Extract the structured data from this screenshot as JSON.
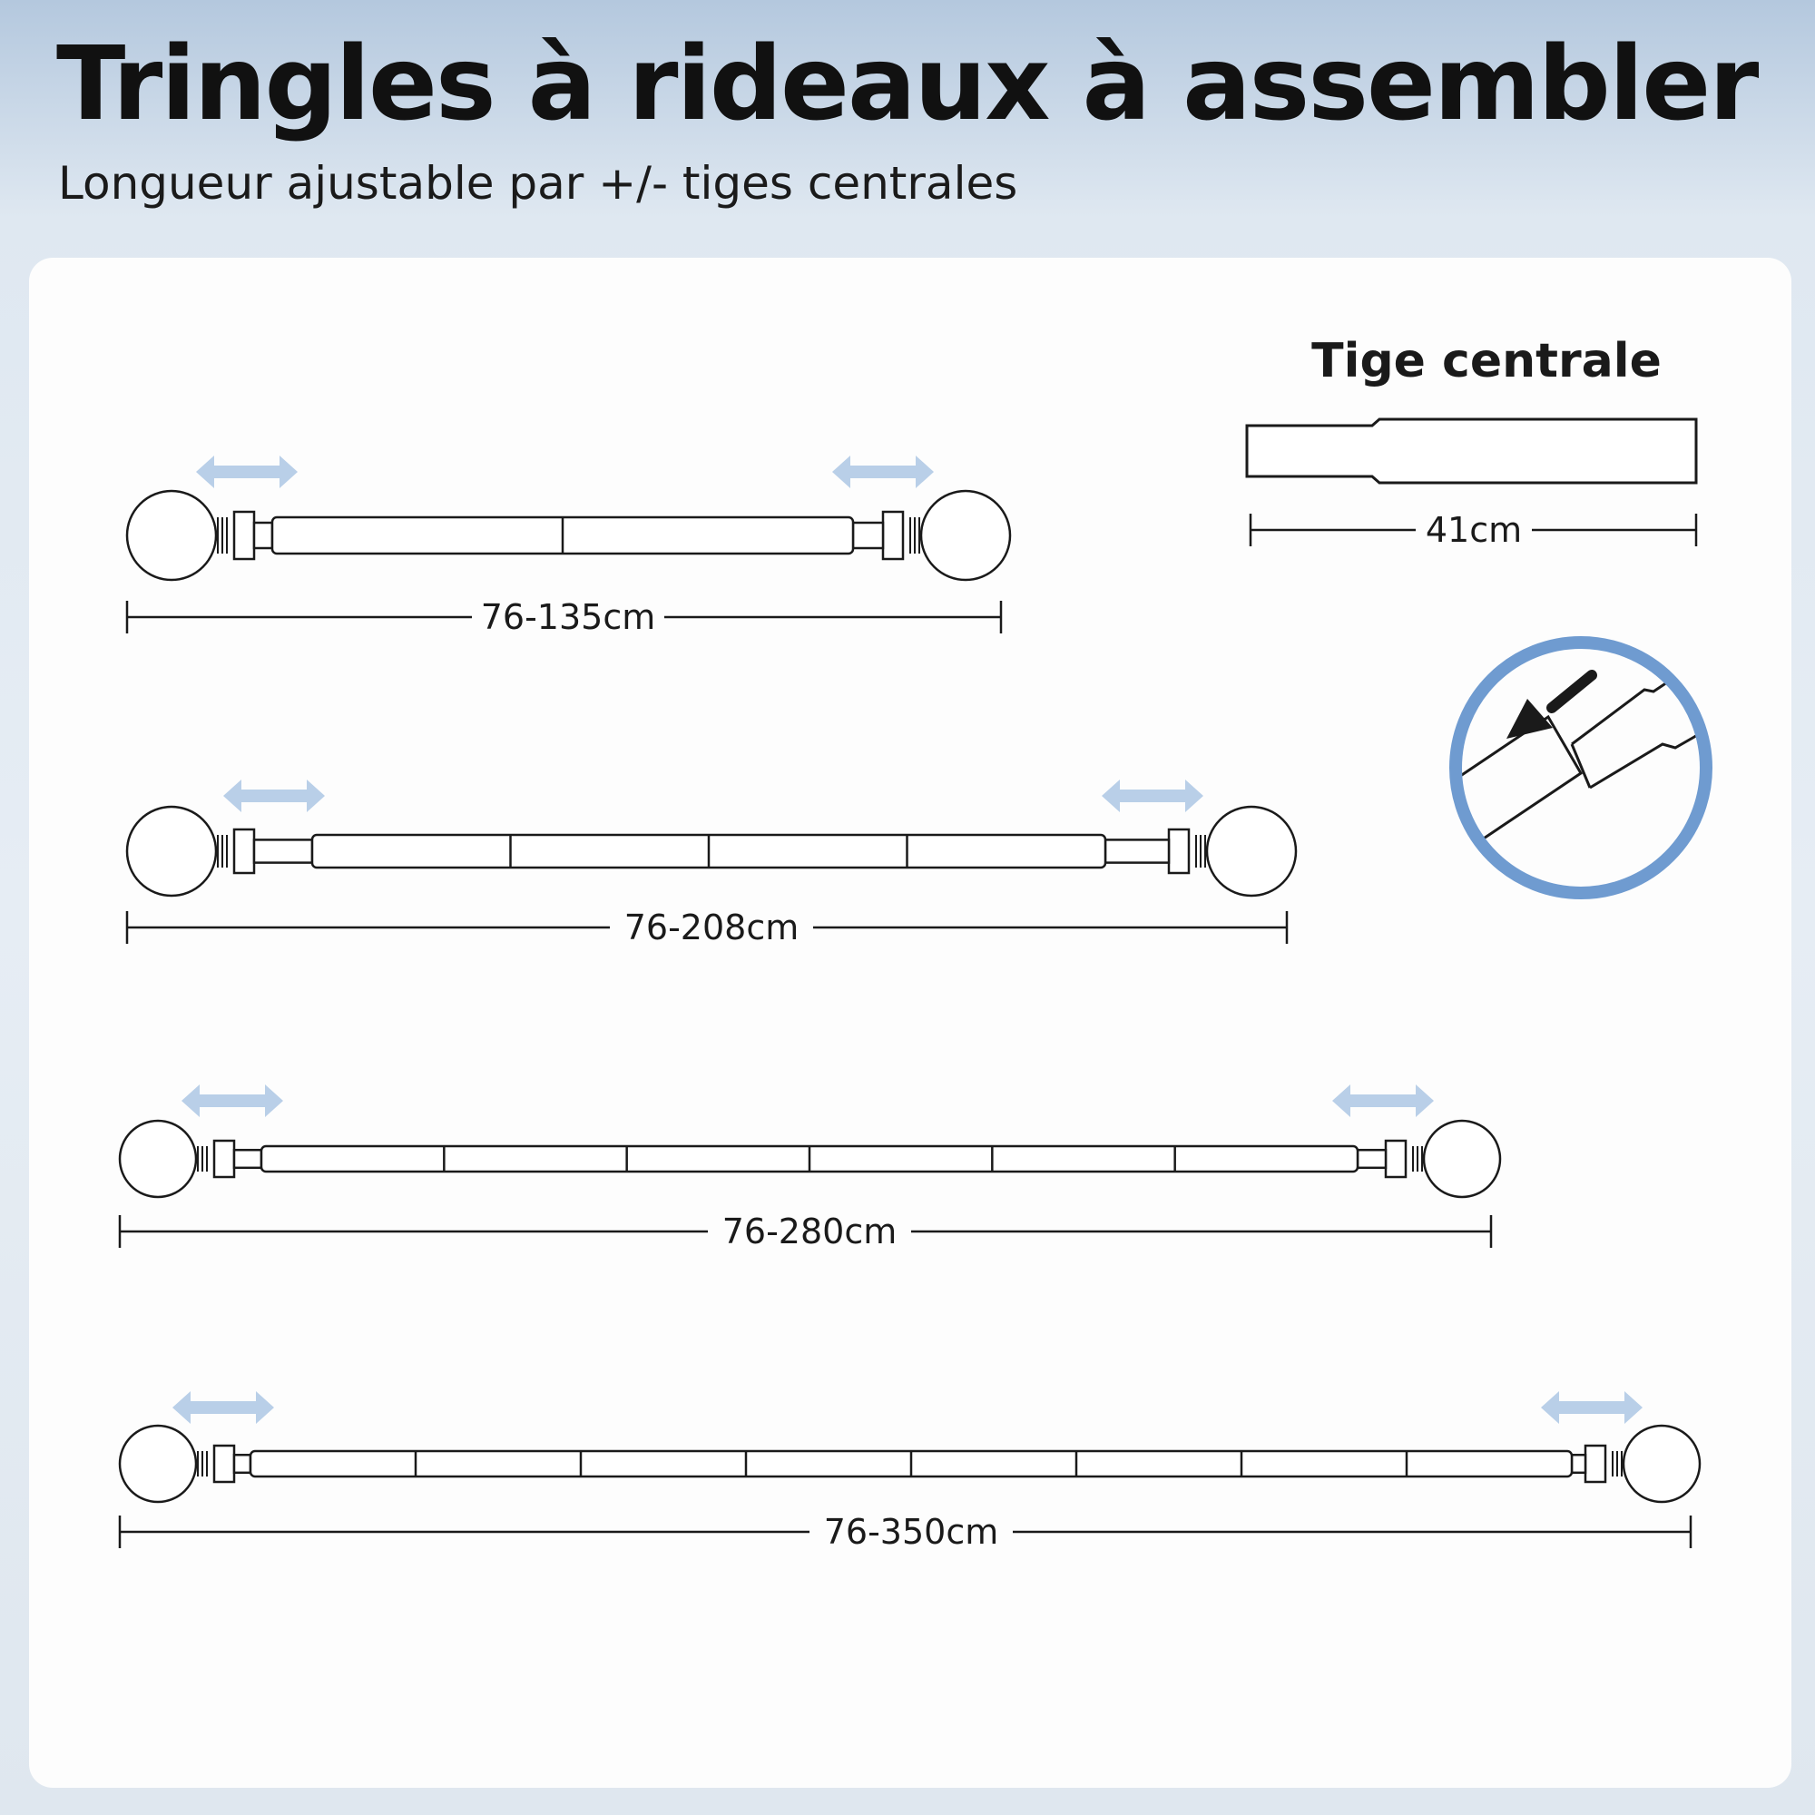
{
  "header": {
    "title": "Tringles à rideaux à assembler",
    "subtitle": "Longueur ajustable par +/- tiges centrales"
  },
  "rods": [
    {
      "length_label": "76-135cm",
      "segments": 2
    },
    {
      "length_label": "76-208cm",
      "segments": 4
    },
    {
      "length_label": "76-280cm",
      "segments": 6
    },
    {
      "length_label": "76-350cm",
      "segments": 8
    }
  ],
  "center_rod": {
    "title": "Tige centrale",
    "length_label": "41cm"
  },
  "colors": {
    "line": "#1a1a1a",
    "arrow_light": "#b9cfe8",
    "zoom_ring": "#6f9bd0"
  }
}
